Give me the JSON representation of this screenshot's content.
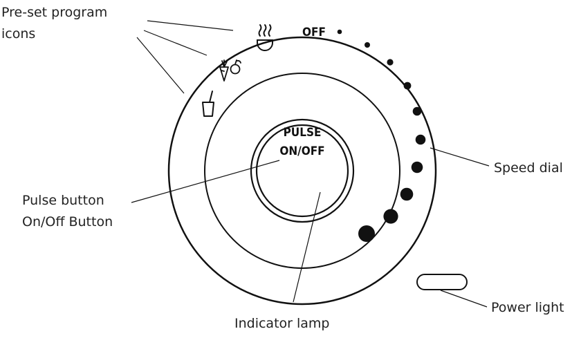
{
  "dial": {
    "off_label": "OFF",
    "pulse_line1": "PULSE",
    "pulse_line2": "ON/OFF"
  },
  "labels": {
    "program_icons_line1": "Pre-set program",
    "program_icons_line2": "icons",
    "speed_dial": "Speed dial",
    "pulse_line1": "Pulse button",
    "pulse_line2": "On/Off Button",
    "indicator_lamp": "Indicator lamp",
    "power_light": "Power light"
  },
  "icons": [
    "soup-bowl-icon",
    "vegetable-fruit-icon",
    "smoothie-cup-icon"
  ],
  "colors": {
    "line": "#111111",
    "text": "#222222"
  }
}
